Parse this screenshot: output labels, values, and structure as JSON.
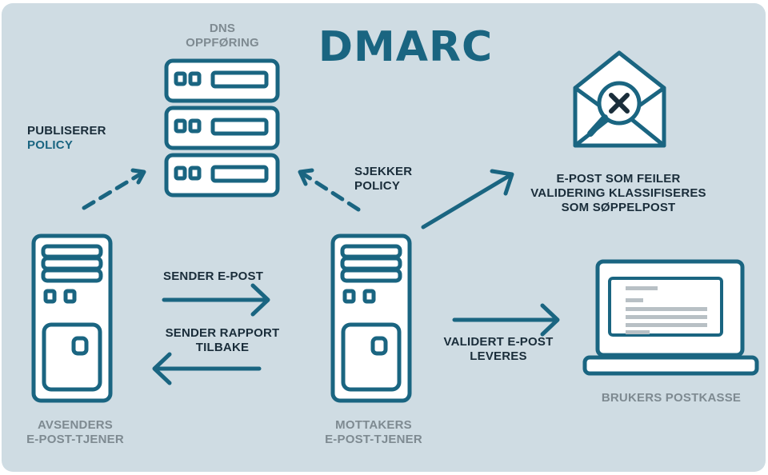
{
  "title": "DMARC",
  "labels": {
    "dns_line1": "DNS",
    "dns_line2": "OPPFØRING",
    "publish_line1": "PUBLISERER",
    "publish_line2": "POLICY",
    "check_line1": "SJEKKER",
    "check_line2": "POLICY",
    "fail_line1": "E-POST SOM FEILER",
    "fail_line2": "VALIDERING KLASSIFISERES",
    "fail_line3": "SOM SØPPELPOST",
    "send_mail": "SENDER E-POST",
    "send_report_line1": "SENDER RAPPORT",
    "send_report_line2": "TILBAKE",
    "validated_line1": "VALIDERT E-POST",
    "validated_line2": "LEVERES",
    "sender_line1": "AVSENDERS",
    "sender_line2": "E-POST-TJENER",
    "receiver_line1": "MOTTAKERS",
    "receiver_line2": "E-POST-TJENER",
    "inbox": "BRUKERS POSTKASSE"
  },
  "colors": {
    "background": "#cfdce3",
    "teal": "#1a6581",
    "dark_text": "#1a2d3a",
    "gray_text": "#7e8a91",
    "icon_fill": "#ffffff"
  },
  "icons": [
    "dns-server-rack-icon",
    "sender-server-icon",
    "receiver-server-icon",
    "spam-envelope-icon",
    "laptop-inbox-icon"
  ]
}
